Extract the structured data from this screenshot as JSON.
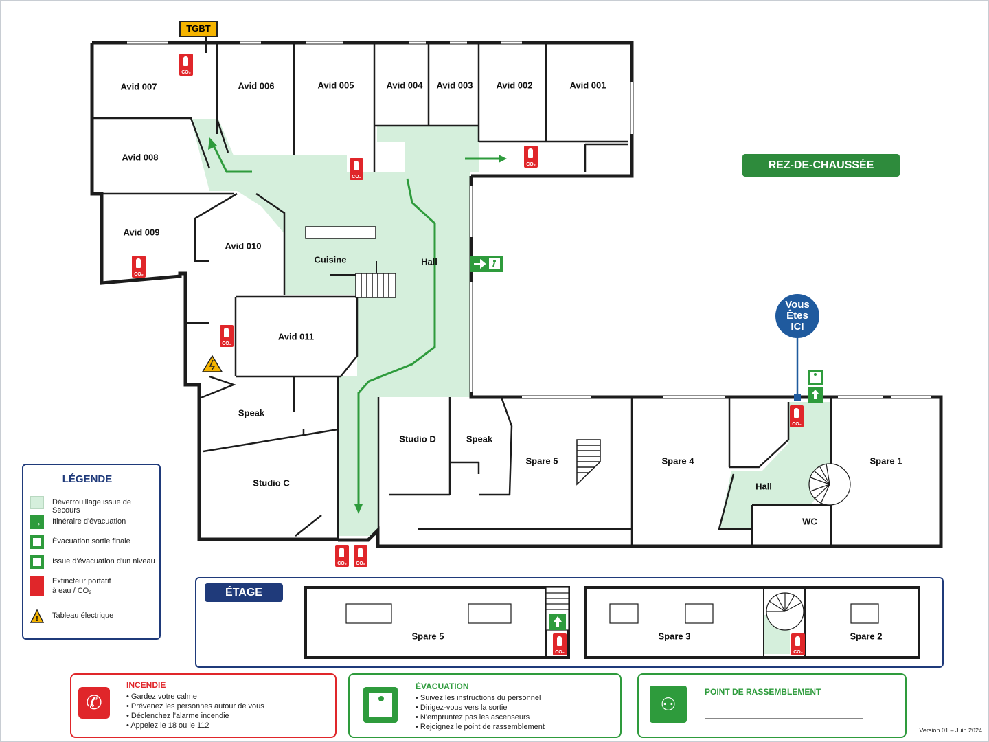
{
  "floor_title": "REZ-DE-CHAUSSÉE",
  "etage_title": "ÉTAGE",
  "tgbt": "TGBT",
  "you_are_here": [
    "Vous",
    "Êtes",
    "ICI"
  ],
  "rooms": {
    "avid007": "Avid 007",
    "avid006": "Avid 006",
    "avid005": "Avid 005",
    "avid004": "Avid 004",
    "avid003": "Avid 003",
    "avid002": "Avid 002",
    "avid001": "Avid 001",
    "avid008": "Avid 008",
    "avid009": "Avid 009",
    "avid010": "Avid 010",
    "cuisine": "Cuisine",
    "hall_main": "Hall",
    "avid011": "Avid 011",
    "speak_left": "Speak",
    "studio_c": "Studio C",
    "studio_d": "Studio D",
    "speak_right": "Speak",
    "spare5": "Spare 5",
    "spare4": "Spare 4",
    "hall_right": "Hall",
    "wc": "WC",
    "spare1": "Spare 1"
  },
  "etage_rooms": {
    "spare5": "Spare 5",
    "spare3": "Spare 3",
    "spare2": "Spare 2"
  },
  "extinguisher_label": "CO₂",
  "legend": {
    "title": "LÉGENDE",
    "items": [
      "Déverrouillage issue de Secours",
      "Itinéraire d'évacuation",
      "Évacuation sortie finale",
      "Issue d'évacuation d'un niveau",
      "Extincteur portatif",
      "à eau / CO₂",
      "Tableau électrique"
    ]
  },
  "cards": {
    "incendie": {
      "title": "INCENDIE",
      "lines": [
        "Gardez votre calme",
        "Prévenez les personnes autour de vous",
        "Déclenchez l'alarme incendie",
        "Appelez le 18 ou le 112"
      ]
    },
    "evacuation": {
      "title": "ÉVACUATION",
      "lines": [
        "Suivez les instructions du personnel",
        "Dirigez-vous vers la sortie",
        "N'empruntez pas les ascenseurs",
        "Rejoignez le point de rassemblement"
      ]
    },
    "rassemblement": {
      "title": "POINT DE RASSEMBLEMENT"
    }
  },
  "version": "Version 01 – Juin 2024",
  "colors": {
    "evac_green": "#2e9b3c",
    "zone_green": "#d5efdc",
    "wall": "#1c1c1c",
    "red": "#e0262a",
    "navy": "#1f3a7a",
    "blue": "#1f5a9e"
  }
}
